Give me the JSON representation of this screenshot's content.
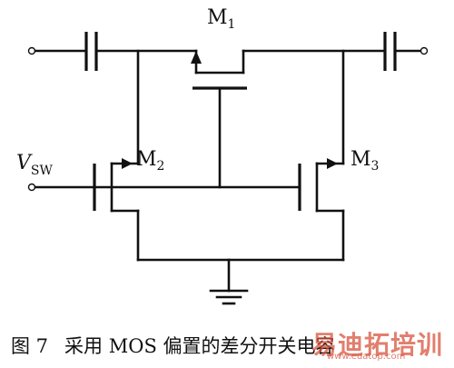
{
  "figure": {
    "labels": {
      "m1_letter": "M",
      "m1_sub": "1",
      "m2_letter": "M",
      "m2_sub": "2",
      "m3_letter": "M",
      "m3_sub": "3",
      "vsw_letter": "V",
      "vsw_sub": "SW"
    }
  },
  "caption": {
    "number": "图 7",
    "title": "采用 MOS 偏置的差分开关电容"
  },
  "watermark": {
    "text": "易迪拓培训",
    "url": "www.edatop.com"
  },
  "colors": {
    "ink": "#111111",
    "watermark": "#d64e36",
    "background": "#ffffff"
  }
}
